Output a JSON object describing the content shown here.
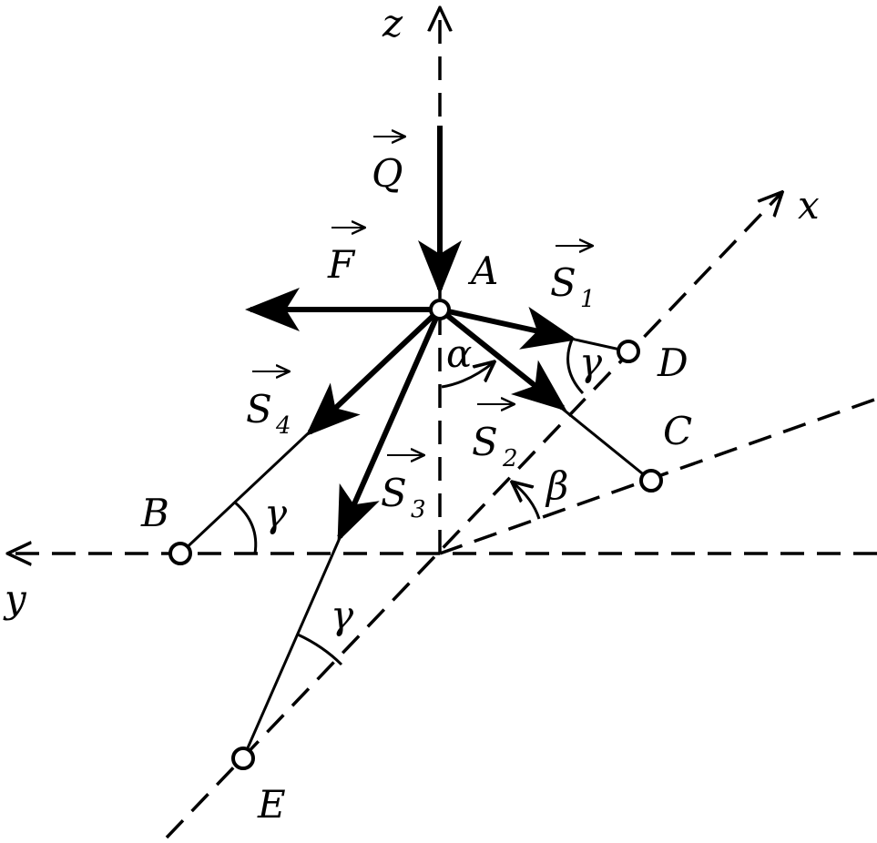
{
  "diagram": {
    "axes": {
      "z": "z",
      "x": "x",
      "y": "y"
    },
    "points": {
      "A": "A",
      "B": "B",
      "C": "C",
      "D": "D",
      "E": "E"
    },
    "forces": {
      "Q": {
        "letter": "Q",
        "sub": ""
      },
      "F": {
        "letter": "F",
        "sub": ""
      },
      "S1": {
        "letter": "S",
        "sub": "1"
      },
      "S2": {
        "letter": "S",
        "sub": "2"
      },
      "S3": {
        "letter": "S",
        "sub": "3"
      },
      "S4": {
        "letter": "S",
        "sub": "4"
      }
    },
    "angles": {
      "alpha": "α",
      "beta": "β",
      "gamma": "γ"
    },
    "colors": {
      "ink": "#000000",
      "background": "#ffffff"
    }
  }
}
